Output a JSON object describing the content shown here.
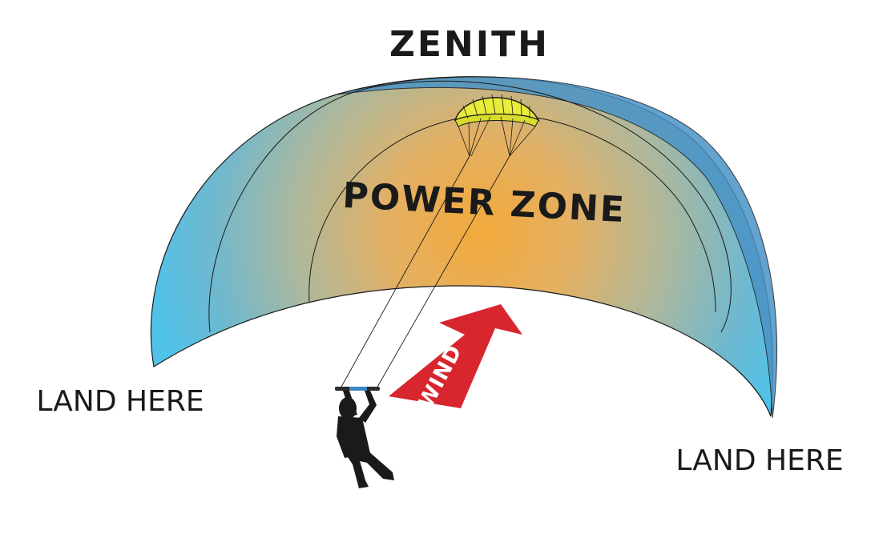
{
  "labels": {
    "zenith": "ZENITH",
    "power_zone": "POWER ZONE",
    "land_here_left": "LAND HERE",
    "land_here_right": "LAND HERE",
    "wind": "WIND"
  },
  "colors": {
    "dome_edge_blue": "#5bc4e6",
    "dome_edge_dark_blue": "#3e86c2",
    "power_zone_orange": "#f2a93b",
    "kite_yellow": "#e8ec3a",
    "wind_arrow_red": "#d7262e",
    "rider_black": "#1a1a1a",
    "text_black": "#1a1a1a"
  },
  "icons": {
    "kite": "kite-icon",
    "rider": "kitesurfer-icon",
    "wind_arrow": "wind-arrow-icon"
  }
}
